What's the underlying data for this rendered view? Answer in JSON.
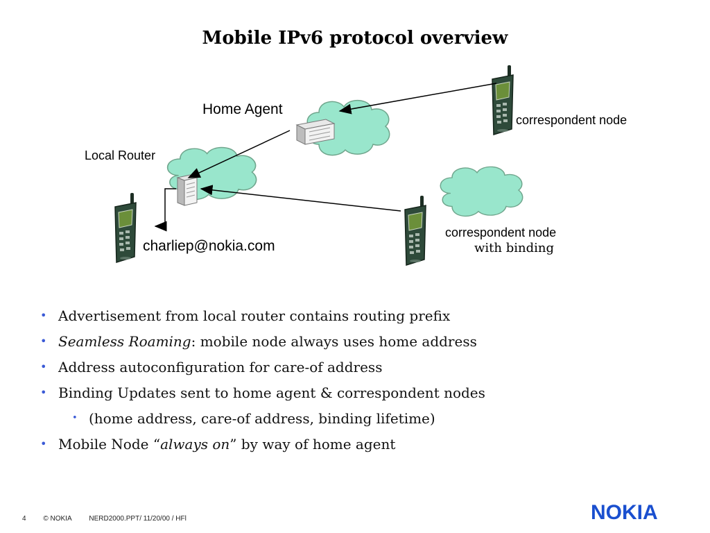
{
  "title": "Mobile IPv6 protocol overview",
  "diagram": {
    "labels": {
      "home_agent": "Home Agent",
      "local_router": "Local Router",
      "correspondent_node_top": "correspondent node",
      "correspondent_node_binding": "correspondent node",
      "with_binding": "with binding",
      "mobile_node_address": "charliep@nokia.com"
    },
    "icons": [
      "cloud-icon",
      "server-icon",
      "mobile-phone-icon",
      "arrow-icon"
    ],
    "colors": {
      "cloud": "#99e6cc",
      "cloud_outline": "#6fa58c",
      "phone_body": "#2e4a3a",
      "phone_screen": "#6b8f3a"
    }
  },
  "bullets": {
    "b1": "Advertisement from local router contains routing prefix",
    "b2_italic": "Seamless Roaming",
    "b2_rest": ": mobile node always uses home address",
    "b3": "Address autoconfiguration for care-of address",
    "b4": "Binding Updates sent to home agent & correspondent nodes",
    "b4_sub": "(home address, care-of address, binding lifetime)",
    "b5_pre": "Mobile Node “",
    "b5_italic": "always on",
    "b5_post": "” by way of home agent",
    "marker": "•"
  },
  "footer": {
    "page": "4",
    "copyright": "© NOKIA",
    "doc": "NERD2000.PPT/ 11/20/00 / HFl"
  },
  "logo": "NOKIA",
  "colors": {
    "bullet_marker": "#3a5ad6",
    "logo": "#1a4fcf"
  }
}
